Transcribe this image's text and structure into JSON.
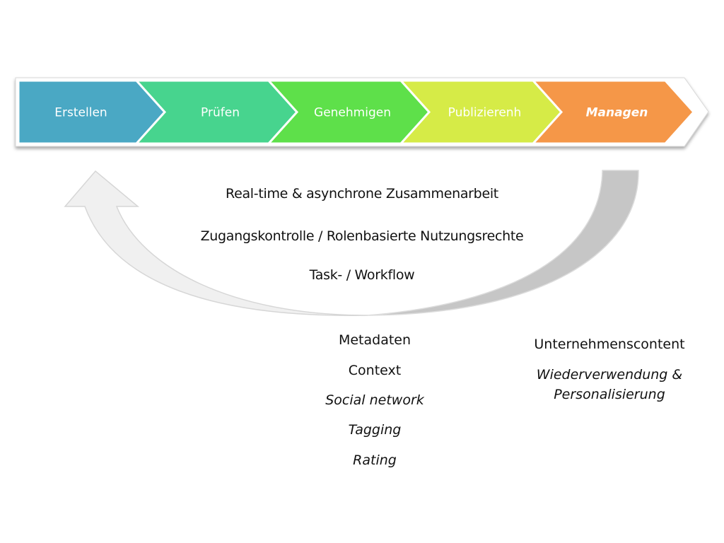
{
  "process": {
    "stages": [
      {
        "label": "Erstellen",
        "color": "#4aa8c4",
        "emphasis": false
      },
      {
        "label": "Prüfen",
        "color": "#47d48e",
        "emphasis": false
      },
      {
        "label": "Genehmigen",
        "color": "#5ee04a",
        "emphasis": false
      },
      {
        "label": "Publizierenh",
        "color": "#d6eb47",
        "emphasis": false
      },
      {
        "label": "Managen",
        "color": "#f59748",
        "emphasis": true
      }
    ]
  },
  "cycle": {
    "arrow_color_left": "#f0f0f0",
    "arrow_color_right": "#c6c6c6",
    "features": [
      "Real-time & asynchrone Zusammenarbeit",
      "Zugangskontrolle / Rolenbasierte Nutzungsrechte",
      "Task- / Workflow"
    ]
  },
  "metadata_column": {
    "items": [
      {
        "label": "Metadaten",
        "italic": false
      },
      {
        "label": "Context",
        "italic": false
      },
      {
        "label": "Social network",
        "italic": true
      },
      {
        "label": "Tagging",
        "italic": true
      },
      {
        "label": "Rating",
        "italic": true
      }
    ]
  },
  "content_column": {
    "title": "Unternehmenscontent",
    "subtitle_line1": "Wiederverwendung &",
    "subtitle_line2": "Personalisierung"
  }
}
